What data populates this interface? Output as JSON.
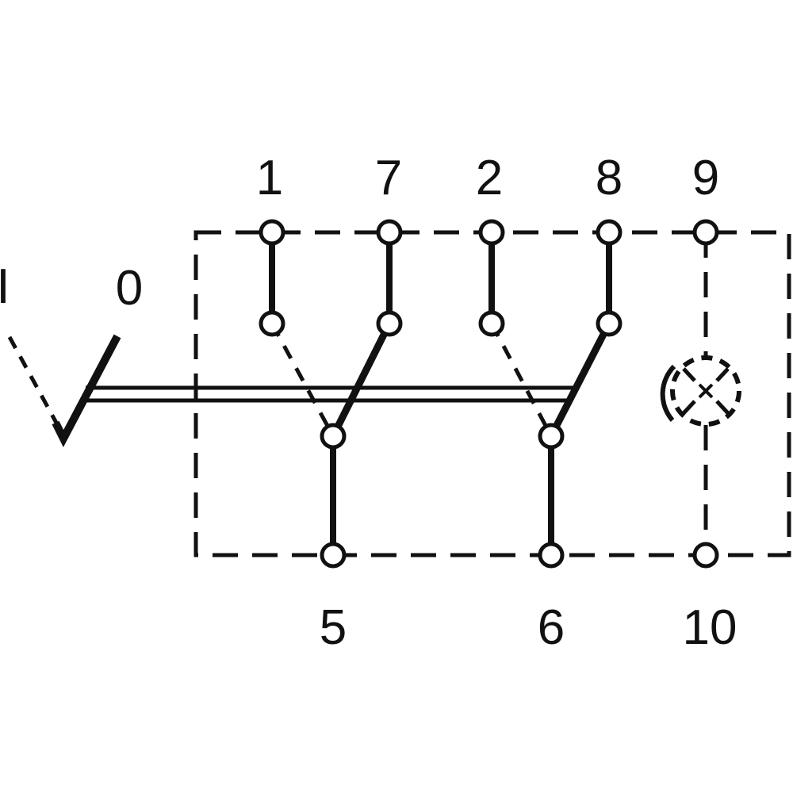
{
  "diagram": {
    "type": "rocker switch circuit schematic",
    "position_labels": {
      "on": "I",
      "off": "0"
    },
    "terminals_top": [
      "1",
      "7",
      "2",
      "8",
      "9"
    ],
    "terminals_bottom": [
      "5",
      "6",
      "10"
    ],
    "lamp_symbol": "lamp-icon",
    "line_color": "#111111",
    "background": "#ffffff"
  }
}
